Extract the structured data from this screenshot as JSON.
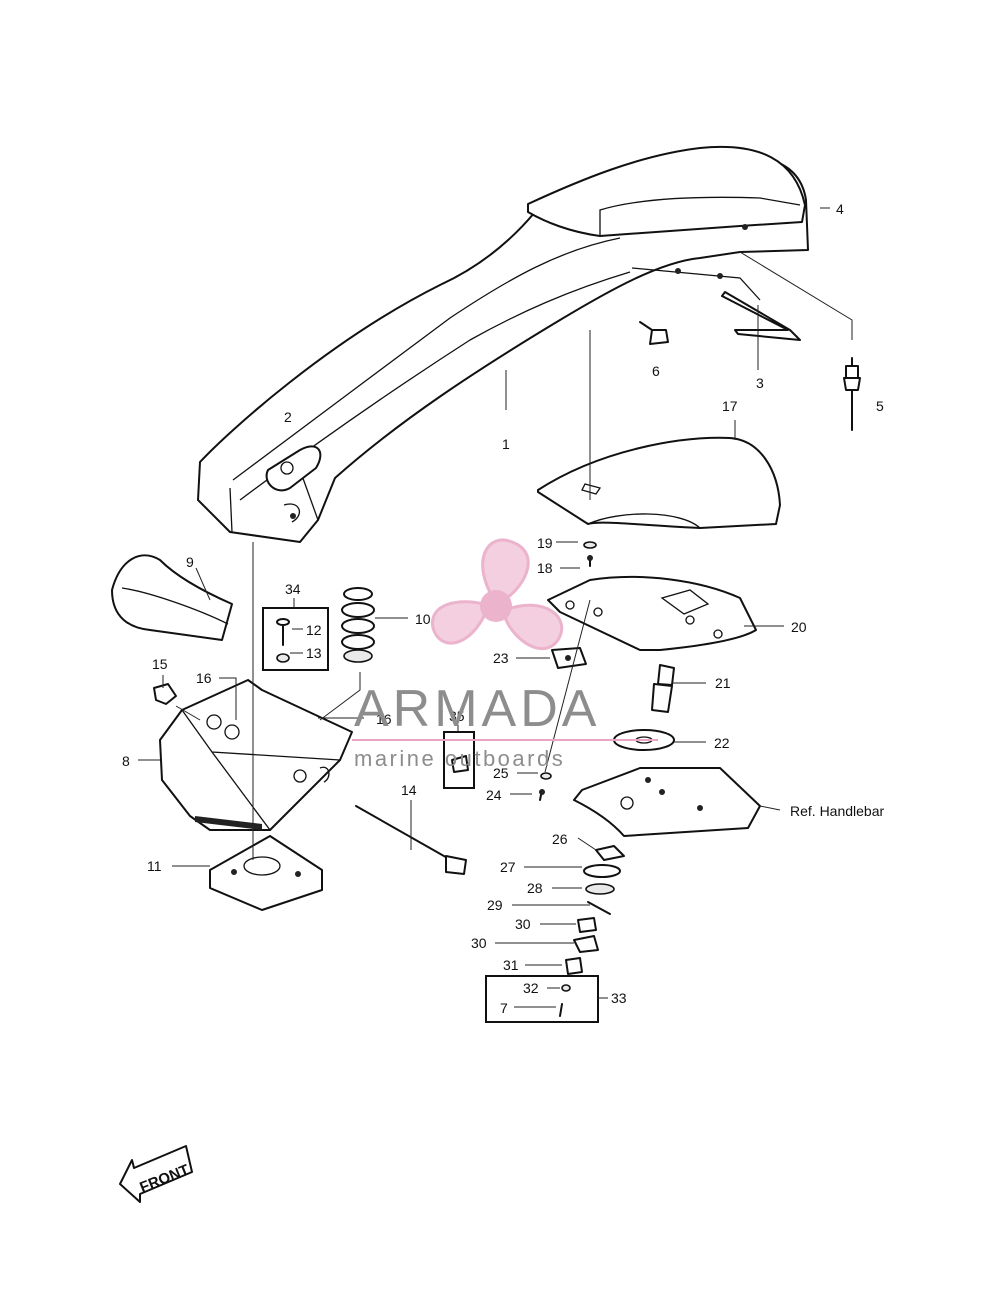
{
  "diagram": {
    "callouts": [
      {
        "id": "p1",
        "text": "1"
      },
      {
        "id": "p2",
        "text": "2"
      },
      {
        "id": "p3",
        "text": "3"
      },
      {
        "id": "p4",
        "text": "4"
      },
      {
        "id": "p5",
        "text": "5"
      },
      {
        "id": "p6",
        "text": "6"
      },
      {
        "id": "p7",
        "text": "7"
      },
      {
        "id": "p8",
        "text": "8"
      },
      {
        "id": "p9",
        "text": "9"
      },
      {
        "id": "p10",
        "text": "10"
      },
      {
        "id": "p11",
        "text": "11"
      },
      {
        "id": "p12",
        "text": "12"
      },
      {
        "id": "p13",
        "text": "13"
      },
      {
        "id": "p14",
        "text": "14"
      },
      {
        "id": "p15",
        "text": "15"
      },
      {
        "id": "p16a",
        "text": "16"
      },
      {
        "id": "p16b",
        "text": "16"
      },
      {
        "id": "p17",
        "text": "17"
      },
      {
        "id": "p18",
        "text": "18"
      },
      {
        "id": "p19",
        "text": "19"
      },
      {
        "id": "p20",
        "text": "20"
      },
      {
        "id": "p21",
        "text": "21"
      },
      {
        "id": "p22",
        "text": "22"
      },
      {
        "id": "p23",
        "text": "23"
      },
      {
        "id": "p24",
        "text": "24"
      },
      {
        "id": "p25",
        "text": "25"
      },
      {
        "id": "p26",
        "text": "26"
      },
      {
        "id": "p27",
        "text": "27"
      },
      {
        "id": "p28",
        "text": "28"
      },
      {
        "id": "p29",
        "text": "29"
      },
      {
        "id": "p30a",
        "text": "30"
      },
      {
        "id": "p30b",
        "text": "30"
      },
      {
        "id": "p31",
        "text": "31"
      },
      {
        "id": "p32",
        "text": "32"
      },
      {
        "id": "p33",
        "text": "33"
      },
      {
        "id": "p34",
        "text": "34"
      },
      {
        "id": "p35",
        "text": "35"
      }
    ],
    "reference_label": "Ref. Handlebar",
    "front_arrow_label": "FRONT"
  },
  "watermark": {
    "brand": "ARMADA",
    "tagline": "marine outboards",
    "logo_color": "#e8a6c4",
    "text_color": "#8d8d8d"
  }
}
